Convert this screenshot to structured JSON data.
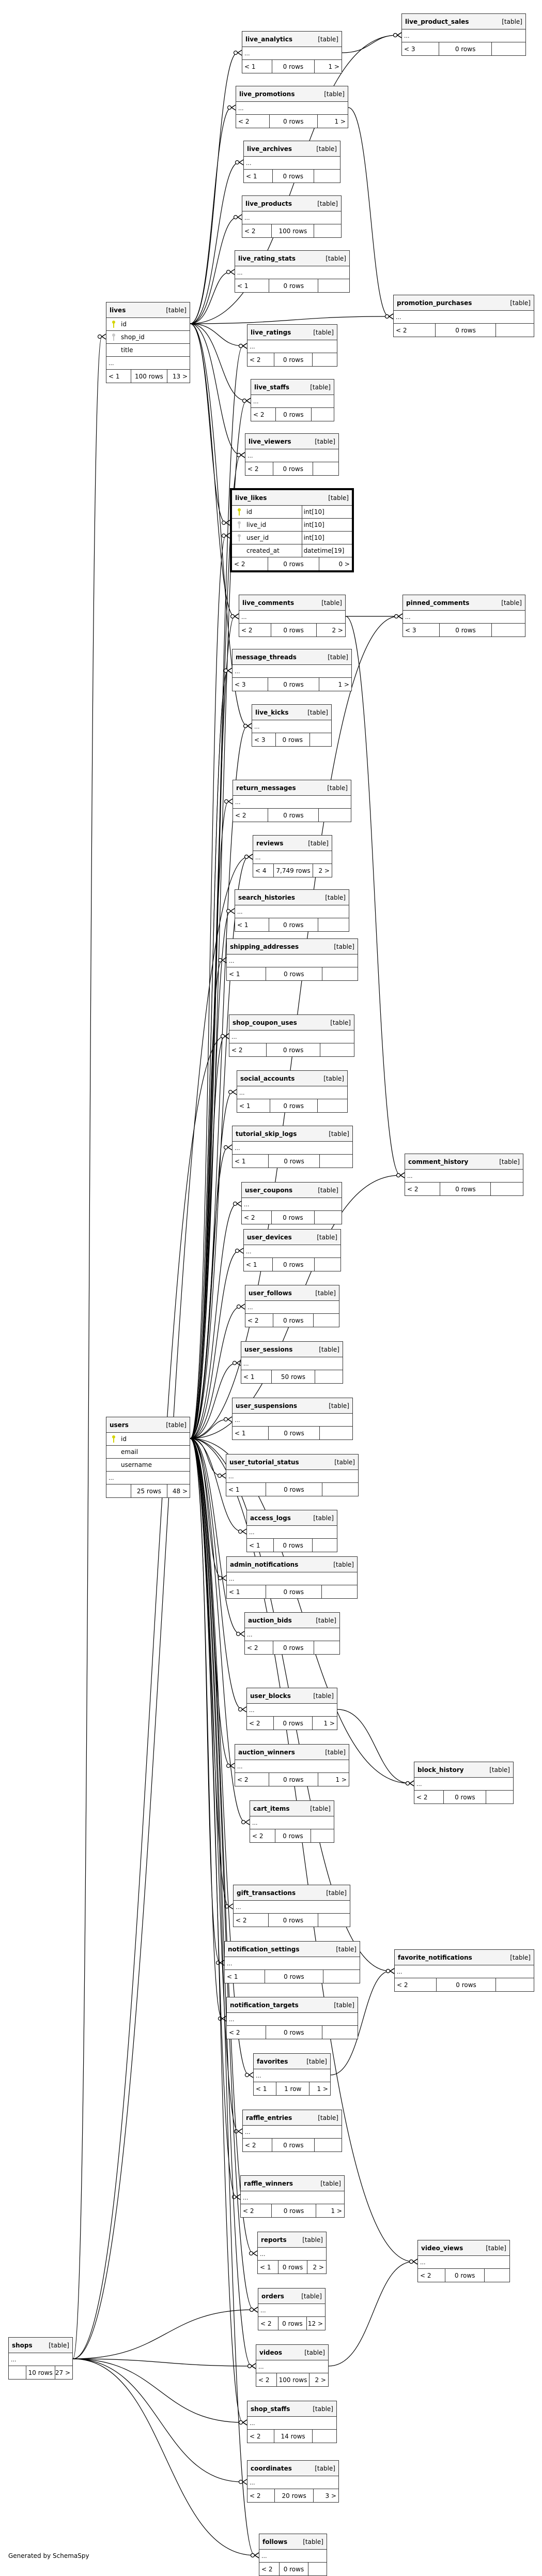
{
  "footer": "Generated by SchemaSpy",
  "tables": [
    {
      "name": "live_product_sales",
      "kind": "[table]",
      "more": "...",
      "parents": "< 3",
      "rows": "0 rows",
      "children": ""
    },
    {
      "name": "live_analytics",
      "kind": "[table]",
      "more": "...",
      "parents": "< 1",
      "rows": "0 rows",
      "children": "1 >"
    },
    {
      "name": "live_promotions",
      "kind": "[table]",
      "more": "...",
      "parents": "< 2",
      "rows": "0 rows",
      "children": "1 >"
    },
    {
      "name": "live_archives",
      "kind": "[table]",
      "more": "...",
      "parents": "< 1",
      "rows": "0 rows",
      "children": ""
    },
    {
      "name": "live_products",
      "kind": "[table]",
      "more": "...",
      "parents": "< 2",
      "rows": "100 rows",
      "children": ""
    },
    {
      "name": "live_rating_stats",
      "kind": "[table]",
      "more": "...",
      "parents": "< 1",
      "rows": "0 rows",
      "children": ""
    },
    {
      "name": "promotion_purchases",
      "kind": "[table]",
      "more": "...",
      "parents": "< 2",
      "rows": "0 rows",
      "children": ""
    },
    {
      "name": "lives",
      "kind": "[table]",
      "columns": [
        {
          "name": "id",
          "key": "pk"
        },
        {
          "name": "shop_id",
          "key": "fk"
        },
        {
          "name": "title",
          "key": ""
        }
      ],
      "more": "...",
      "parents": "< 1",
      "rows": "100 rows",
      "children": "13 >"
    },
    {
      "name": "live_ratings",
      "kind": "[table]",
      "more": "...",
      "parents": "< 2",
      "rows": "0 rows",
      "children": ""
    },
    {
      "name": "live_staffs",
      "kind": "[table]",
      "more": "...",
      "parents": "< 2",
      "rows": "0 rows",
      "children": ""
    },
    {
      "name": "live_viewers",
      "kind": "[table]",
      "more": "...",
      "parents": "< 2",
      "rows": "0 rows",
      "children": ""
    },
    {
      "name": "live_likes",
      "kind": "[table]",
      "columns": [
        {
          "name": "id",
          "key": "pk",
          "type": "int[10]"
        },
        {
          "name": "live_id",
          "key": "fk",
          "type": "int[10]"
        },
        {
          "name": "user_id",
          "key": "fk",
          "type": "int[10]"
        },
        {
          "name": "created_at",
          "key": "",
          "type": "datetime[19]"
        }
      ],
      "parents": "< 2",
      "rows": "0 rows",
      "children": "0 >"
    },
    {
      "name": "live_comments",
      "kind": "[table]",
      "more": "...",
      "parents": "< 2",
      "rows": "0 rows",
      "children": "2 >"
    },
    {
      "name": "pinned_comments",
      "kind": "[table]",
      "more": "...",
      "parents": "< 3",
      "rows": "0 rows",
      "children": ""
    },
    {
      "name": "message_threads",
      "kind": "[table]",
      "more": "...",
      "parents": "< 3",
      "rows": "0 rows",
      "children": "1 >"
    },
    {
      "name": "live_kicks",
      "kind": "[table]",
      "more": "...",
      "parents": "< 3",
      "rows": "0 rows",
      "children": ""
    },
    {
      "name": "return_messages",
      "kind": "[table]",
      "more": "...",
      "parents": "< 2",
      "rows": "0 rows",
      "children": ""
    },
    {
      "name": "reviews",
      "kind": "[table]",
      "more": "...",
      "parents": "< 4",
      "rows": "7,749 rows",
      "children": "2 >"
    },
    {
      "name": "search_histories",
      "kind": "[table]",
      "more": "...",
      "parents": "< 1",
      "rows": "0 rows",
      "children": ""
    },
    {
      "name": "shipping_addresses",
      "kind": "[table]",
      "more": "...",
      "parents": "< 1",
      "rows": "0 rows",
      "children": ""
    },
    {
      "name": "shop_coupon_uses",
      "kind": "[table]",
      "more": "...",
      "parents": "< 2",
      "rows": "0 rows",
      "children": ""
    },
    {
      "name": "social_accounts",
      "kind": "[table]",
      "more": "...",
      "parents": "< 1",
      "rows": "0 rows",
      "children": ""
    },
    {
      "name": "tutorial_skip_logs",
      "kind": "[table]",
      "more": "...",
      "parents": "< 1",
      "rows": "0 rows",
      "children": ""
    },
    {
      "name": "comment_history",
      "kind": "[table]",
      "more": "...",
      "parents": "< 2",
      "rows": "0 rows",
      "children": ""
    },
    {
      "name": "user_coupons",
      "kind": "[table]",
      "more": "...",
      "parents": "< 2",
      "rows": "0 rows",
      "children": ""
    },
    {
      "name": "user_devices",
      "kind": "[table]",
      "more": "...",
      "parents": "< 1",
      "rows": "0 rows",
      "children": ""
    },
    {
      "name": "user_follows",
      "kind": "[table]",
      "more": "...",
      "parents": "< 2",
      "rows": "0 rows",
      "children": ""
    },
    {
      "name": "user_sessions",
      "kind": "[table]",
      "more": "...",
      "parents": "< 1",
      "rows": "50 rows",
      "children": ""
    },
    {
      "name": "user_suspensions",
      "kind": "[table]",
      "more": "...",
      "parents": "< 1",
      "rows": "0 rows",
      "children": ""
    },
    {
      "name": "users",
      "kind": "[table]",
      "columns": [
        {
          "name": "id",
          "key": "pk"
        },
        {
          "name": "email",
          "key": ""
        },
        {
          "name": "username",
          "key": ""
        }
      ],
      "more": "...",
      "parents": "",
      "rows": "25 rows",
      "children": "48 >"
    },
    {
      "name": "user_tutorial_status",
      "kind": "[table]",
      "more": "...",
      "parents": "< 1",
      "rows": "0 rows",
      "children": ""
    },
    {
      "name": "access_logs",
      "kind": "[table]",
      "more": "...",
      "parents": "< 1",
      "rows": "0 rows",
      "children": ""
    },
    {
      "name": "admin_notifications",
      "kind": "[table]",
      "more": "...",
      "parents": "< 1",
      "rows": "0 rows",
      "children": ""
    },
    {
      "name": "auction_bids",
      "kind": "[table]",
      "more": "...",
      "parents": "< 2",
      "rows": "0 rows",
      "children": ""
    },
    {
      "name": "user_blocks",
      "kind": "[table]",
      "more": "...",
      "parents": "< 2",
      "rows": "0 rows",
      "children": "1 >"
    },
    {
      "name": "block_history",
      "kind": "[table]",
      "more": "...",
      "parents": "< 2",
      "rows": "0 rows",
      "children": ""
    },
    {
      "name": "auction_winners",
      "kind": "[table]",
      "more": "...",
      "parents": "< 2",
      "rows": "0 rows",
      "children": "1 >"
    },
    {
      "name": "cart_items",
      "kind": "[table]",
      "more": "...",
      "parents": "< 2",
      "rows": "0 rows",
      "children": ""
    },
    {
      "name": "gift_transactions",
      "kind": "[table]",
      "more": "...",
      "parents": "< 2",
      "rows": "0 rows",
      "children": ""
    },
    {
      "name": "notification_settings",
      "kind": "[table]",
      "more": "...",
      "parents": "< 1",
      "rows": "0 rows",
      "children": ""
    },
    {
      "name": "favorite_notifications",
      "kind": "[table]",
      "more": "...",
      "parents": "< 2",
      "rows": "0 rows",
      "children": ""
    },
    {
      "name": "notification_targets",
      "kind": "[table]",
      "more": "...",
      "parents": "< 2",
      "rows": "0 rows",
      "children": ""
    },
    {
      "name": "favorites",
      "kind": "[table]",
      "more": "...",
      "parents": "< 1",
      "rows": "1 row",
      "children": "1 >"
    },
    {
      "name": "raffle_entries",
      "kind": "[table]",
      "more": "...",
      "parents": "< 2",
      "rows": "0 rows",
      "children": ""
    },
    {
      "name": "raffle_winners",
      "kind": "[table]",
      "more": "...",
      "parents": "< 2",
      "rows": "0 rows",
      "children": "1 >"
    },
    {
      "name": "video_views",
      "kind": "[table]",
      "more": "...",
      "parents": "< 2",
      "rows": "0 rows",
      "children": ""
    },
    {
      "name": "reports",
      "kind": "[table]",
      "more": "...",
      "parents": "< 1",
      "rows": "0 rows",
      "children": "2 >"
    },
    {
      "name": "orders",
      "kind": "[table]",
      "more": "...",
      "parents": "< 2",
      "rows": "0 rows",
      "children": "12 >"
    },
    {
      "name": "videos",
      "kind": "[table]",
      "more": "...",
      "parents": "< 2",
      "rows": "100 rows",
      "children": "2 >"
    },
    {
      "name": "shops",
      "kind": "[table]",
      "more": "...",
      "parents": "",
      "rows": "10 rows",
      "children": "27 >"
    },
    {
      "name": "shop_staffs",
      "kind": "[table]",
      "more": "...",
      "parents": "< 2",
      "rows": "14 rows",
      "children": ""
    },
    {
      "name": "coordinates",
      "kind": "[table]",
      "more": "...",
      "parents": "< 2",
      "rows": "20 rows",
      "children": "3 >"
    },
    {
      "name": "follows",
      "kind": "[table]",
      "more": "...",
      "parents": "< 2",
      "rows": "0 rows",
      "children": ""
    }
  ],
  "colors": {
    "pk_key": "#d4d400",
    "fk_key": "#c8c8c8",
    "header_bg": "#f4f4f4",
    "border": "#333333"
  }
}
